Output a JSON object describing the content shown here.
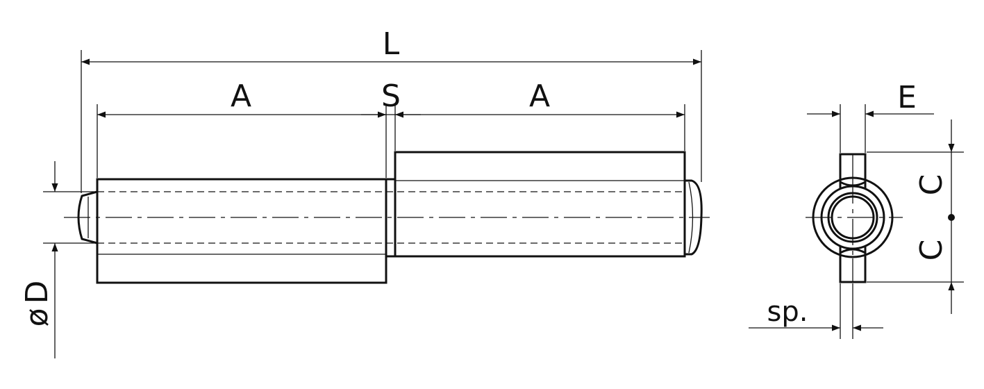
{
  "labels": {
    "overall_length": "L",
    "segment_left": "A",
    "gap": "S",
    "segment_right": "A",
    "diameter_symbol": "ø",
    "diameter": "D",
    "width": "E",
    "half_height_top": "C",
    "half_height_bottom": "C",
    "spacing": "sp."
  }
}
